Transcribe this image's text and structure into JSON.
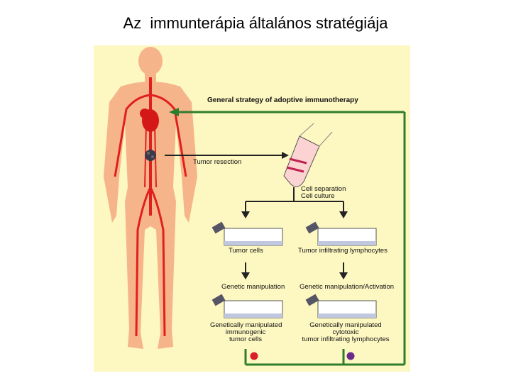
{
  "slide": {
    "title": "Az  immunterápia általános stratégiája"
  },
  "figure": {
    "title": "General strategy of adoptive immunotherapy",
    "labels": {
      "tumor_resection": "Tumor resection",
      "cell_separation": "Cell separation",
      "cell_culture": "Cell culture",
      "tumor_cells": "Tumor cells",
      "til": "Tumor infiltrating lymphocytes",
      "genetic_manipulation": "Genetic manipulation",
      "genetic_manipulation_activation": "Genetic manipulation/Activation",
      "gm_tumor_line1": "Genetically manipulated",
      "gm_tumor_line2": "immunogenic",
      "gm_tumor_line3": "tumor cells",
      "gm_til_line1": "Genetically manipulated",
      "gm_til_line2": "cytotoxic",
      "gm_til_line3": "tumor infiltrating lymphocytes"
    },
    "colors": {
      "background": "#fdf7c1",
      "body": "#f6b48a",
      "vessels": "#e0201c",
      "arrow_green": "#2e7d2e",
      "arrow_dark": "#222222",
      "tumor_dot": "#d8202a",
      "til_dot": "#6a2a8a"
    }
  }
}
